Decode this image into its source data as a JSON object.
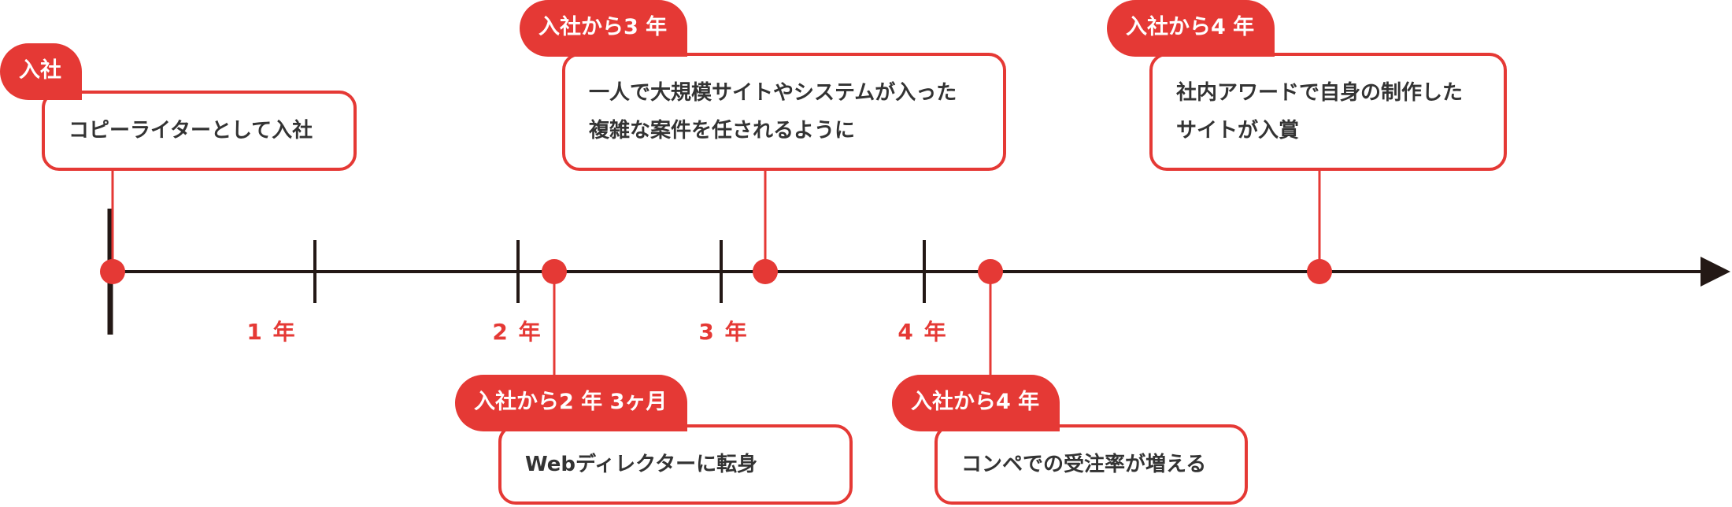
{
  "colors": {
    "accent": "#e53935",
    "axis": "#231815",
    "text": "#333333"
  },
  "years": [
    "1 年",
    "2 年",
    "3 年",
    "4 年"
  ],
  "events": [
    {
      "id": "join",
      "tag": "入社",
      "lines": [
        "コピーライターとして入社"
      ]
    },
    {
      "id": "director",
      "tag": "入社から2 年 3ヶ月",
      "lines": [
        "Webディレクターに転身"
      ]
    },
    {
      "id": "large-projects",
      "tag": "入社から3 年",
      "lines": [
        "一人で大規模サイトやシステムが入った",
        "複雑な案件を任されるように"
      ]
    },
    {
      "id": "competition",
      "tag": "入社から4 年",
      "lines": [
        "コンペでの受注率が増える"
      ]
    },
    {
      "id": "award",
      "tag": "入社から4 年",
      "lines": [
        "社内アワードで自身の制作した",
        "サイトが入賞"
      ]
    }
  ]
}
